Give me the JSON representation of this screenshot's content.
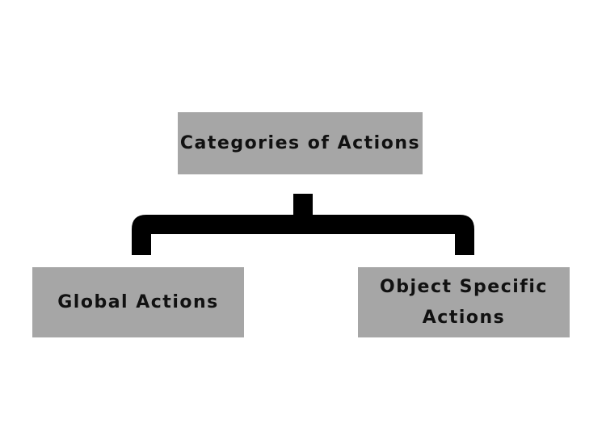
{
  "diagram": {
    "root": {
      "label": "Categories of Actions"
    },
    "children": [
      {
        "label": "Global Actions"
      },
      {
        "label": "Object Specific Actions"
      }
    ],
    "colors": {
      "node_fill": "#a6a6a6",
      "connector": "#000000",
      "text": "#111111",
      "background": "#ffffff"
    }
  }
}
